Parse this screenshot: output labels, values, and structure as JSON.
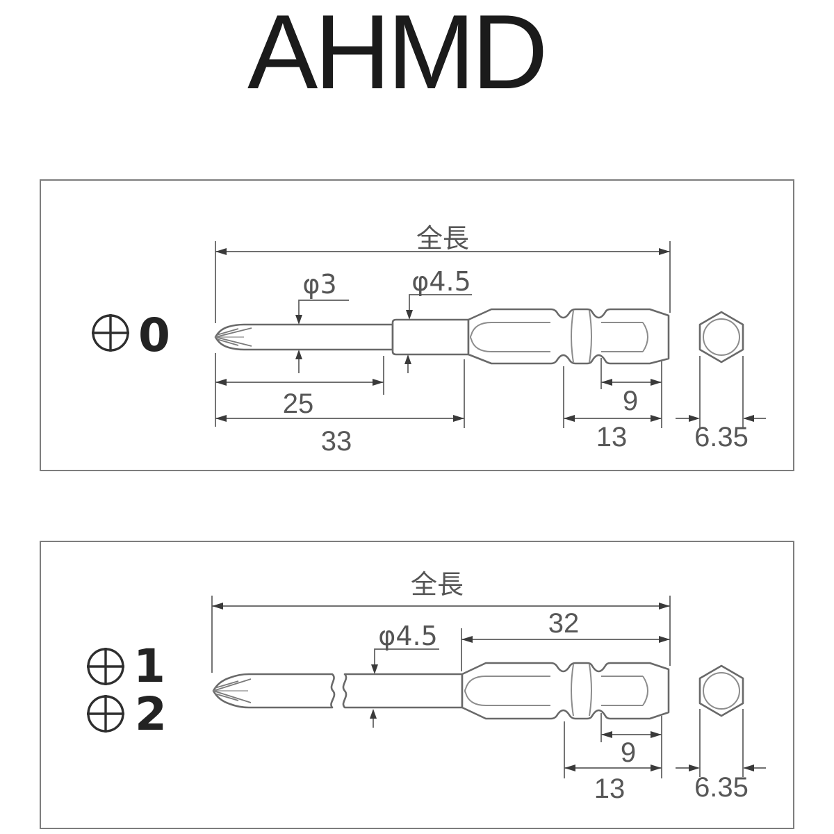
{
  "title": "AHMD",
  "palette": {
    "background": "#ffffff",
    "title_color": "#1b1b1b",
    "outline_gray": "#696969",
    "dimension_line_gray": "#5c5c5c",
    "dimension_text_gray": "#575757",
    "panel_border_gray": "#7d7d7d",
    "drive_label_black": "#232323"
  },
  "panel1": {
    "drive": {
      "symbol": "phillips-circle-plus",
      "sizes": [
        "0"
      ]
    },
    "dims": {
      "total_length": "全長",
      "tip_diameter": "φ3",
      "shaft_diameter": "φ4.5",
      "tip_length": "25",
      "front_section_length": "33",
      "groove_section_length": "9",
      "shank_length": "13",
      "hex_width_across_flats": "6.35"
    }
  },
  "panel2": {
    "drive": {
      "symbol": "phillips-circle-plus",
      "sizes": [
        "1",
        "2"
      ]
    },
    "dims": {
      "total_length": "全長",
      "shaft_diameter": "φ4.5",
      "rear_section_length": "32",
      "groove_section_length": "9",
      "shank_length": "13",
      "hex_width_across_flats": "6.35"
    }
  }
}
